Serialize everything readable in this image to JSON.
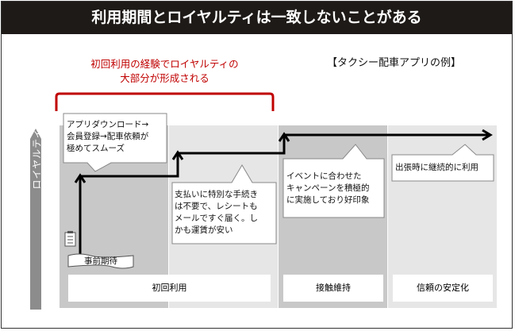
{
  "title": "利用期間とロイヤルティは一致しないことがある",
  "example_label": "【タクシー配車アプリの例】",
  "highlight": {
    "line1": "初回利用の経験でロイヤルティの",
    "line2": "大部分が形成される"
  },
  "axis_label": "ロイヤルティ",
  "start_label": "事前期待",
  "phases": [
    "初回利用",
    "接触維持",
    "信頼の安定化"
  ],
  "callouts": [
    {
      "lines": [
        "アプリダウンロード→",
        "会員登録→配車依頼が",
        "極めてスムーズ"
      ]
    },
    {
      "lines": [
        "支払いに特別な手続き",
        "は不要で、レシートも",
        "メールですぐ届く。し",
        "かも運賃が安い"
      ]
    },
    {
      "lines": [
        "イベントに合わせた",
        "キャンペーンを積極的",
        "に実施しており好印象"
      ]
    },
    {
      "lines": [
        "出張時に継続的に利用"
      ]
    }
  ],
  "colors": {
    "accent": "#c00000",
    "title_bg": "#1e1a17",
    "dark_panel": "#c8c8c8",
    "light_panel": "#e6e6e6"
  }
}
